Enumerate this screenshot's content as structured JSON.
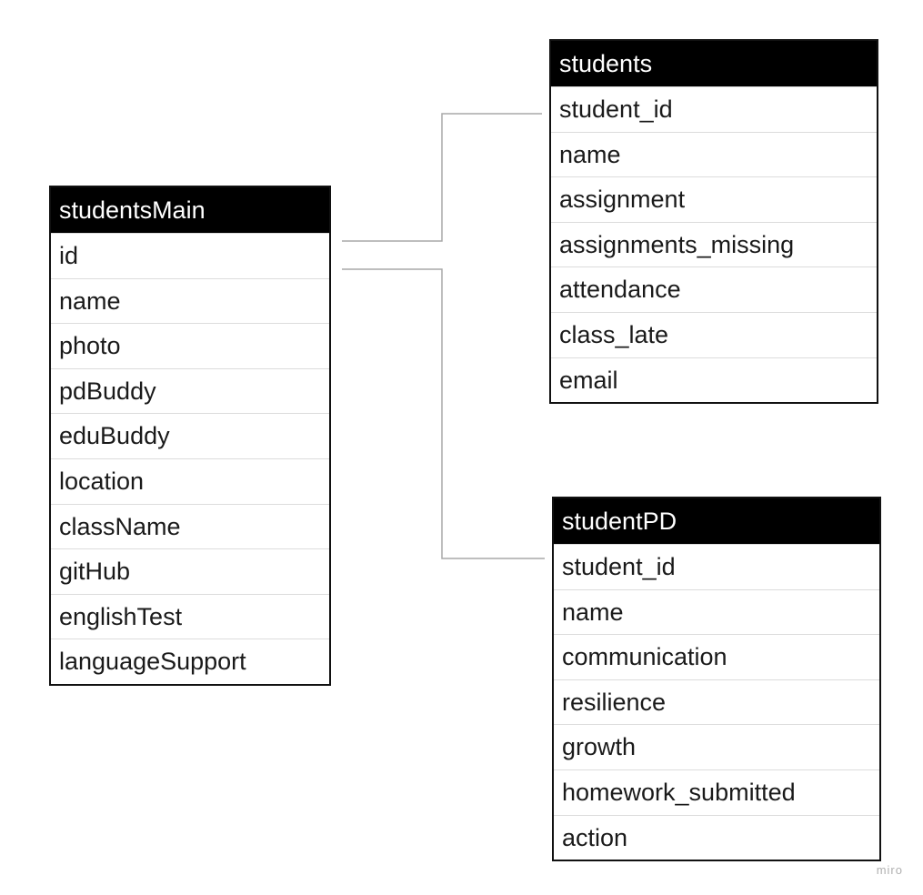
{
  "tables": [
    {
      "id": "studentsMain",
      "title": "studentsMain",
      "fields": [
        "id",
        "name",
        "photo",
        "pdBuddy",
        "eduBuddy",
        "location",
        "className",
        "gitHub",
        "englishTest",
        "languageSupport"
      ]
    },
    {
      "id": "students",
      "title": "students",
      "fields": [
        "student_id",
        "name",
        "assignment",
        "assignments_missing",
        "attendance",
        "class_late",
        "email"
      ]
    },
    {
      "id": "studentPD",
      "title": "studentPD",
      "fields": [
        "student_id",
        "name",
        "communication",
        "resilience",
        "growth",
        "homework_submitted",
        "action"
      ]
    }
  ],
  "relationships": [
    {
      "from": "studentsMain.id",
      "to": "students.student_id"
    },
    {
      "from": "studentsMain.id",
      "to": "studentPD.student_id"
    }
  ],
  "watermark": "miro",
  "colors": {
    "header_bg": "#000000",
    "header_text": "#ffffff",
    "connector": "#b0b0b0"
  }
}
